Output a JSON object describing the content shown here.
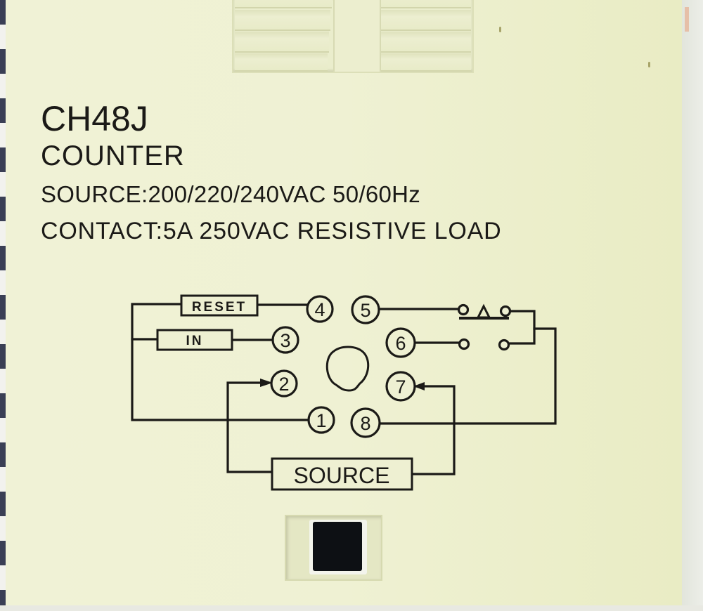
{
  "label": {
    "model": "CH48J",
    "type": "COUNTER",
    "source_spec": "SOURCE:200/220/240VAC  50/60Hz",
    "contact_spec": "CONTACT:5A  250VAC  RESISTIVE  LOAD"
  },
  "diagram": {
    "inputs": {
      "reset": "RESET",
      "in": "IN",
      "source": "SOURCE"
    },
    "pins": [
      {
        "id": "1",
        "label": "1"
      },
      {
        "id": "2",
        "label": "2"
      },
      {
        "id": "3",
        "label": "3"
      },
      {
        "id": "4",
        "label": "4"
      },
      {
        "id": "5",
        "label": "5"
      },
      {
        "id": "6",
        "label": "6"
      },
      {
        "id": "7",
        "label": "7"
      },
      {
        "id": "8",
        "label": "8"
      }
    ],
    "connections": [
      {
        "from": "RESET",
        "to": "4"
      },
      {
        "from": "IN",
        "to": "3"
      },
      {
        "from": "common (RESET/IN)",
        "to": "1"
      },
      {
        "from": "SOURCE",
        "to": "2"
      },
      {
        "from": "SOURCE",
        "to": "7"
      },
      {
        "from": "5",
        "to": "relay NC contact"
      },
      {
        "from": "6",
        "to": "relay NO contact"
      },
      {
        "from": "relay common",
        "to": "8"
      }
    ]
  },
  "colors": {
    "housing": "#eef0d2",
    "ink": "#1b1a17",
    "pin_terminal": "#0d1014"
  }
}
